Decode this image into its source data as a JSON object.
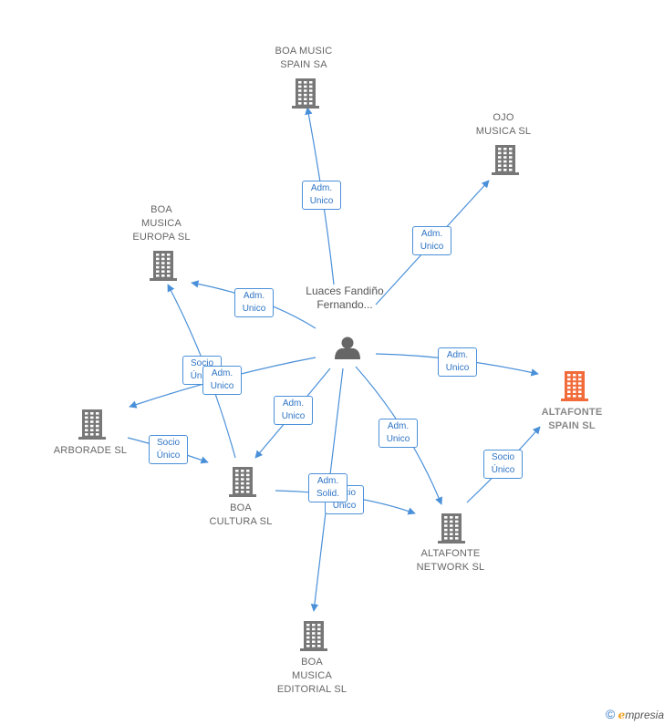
{
  "nodes": {
    "boa_music_spain": "BOA MUSIC\nSPAIN SA",
    "ojo_musica": "OJO\nMUSICA SL",
    "boa_musica_europa": "BOA\nMUSICA\nEUROPA  SL",
    "arborade": "ARBORADE  SL",
    "boa_cultura": "BOA\nCULTURA  SL",
    "altafonte_network": "ALTAFONTE\nNETWORK  SL",
    "altafonte_spain": "ALTAFONTE\nSPAIN  SL",
    "boa_musica_editorial": "BOA\nMUSICA\nEDITORIAL SL"
  },
  "person": "Luaces\nFandiño\nFernando...",
  "edges": {
    "e1": "Adm.\nUnico",
    "e2": "Adm.\nUnico",
    "e3": "Adm.\nUnico",
    "e4": "Adm.\nUnico",
    "e5": "Socio\nÚnico",
    "e6": "Adm.\nUnico",
    "e7": "Socio\nÚnico",
    "e8": "Adm.\nUnico",
    "e9": "Adm.\nUnico",
    "e10": "Socio\nÚnico",
    "e11": "Socio\nÚnico",
    "e12": "Adm.\nSolid."
  },
  "colors": {
    "edge": "#4a90d9",
    "building": "#777777",
    "highlight": "#f26b3a"
  },
  "footer": {
    "copyright": "©",
    "brand_e": "e",
    "brand_rest": "mpresia"
  }
}
